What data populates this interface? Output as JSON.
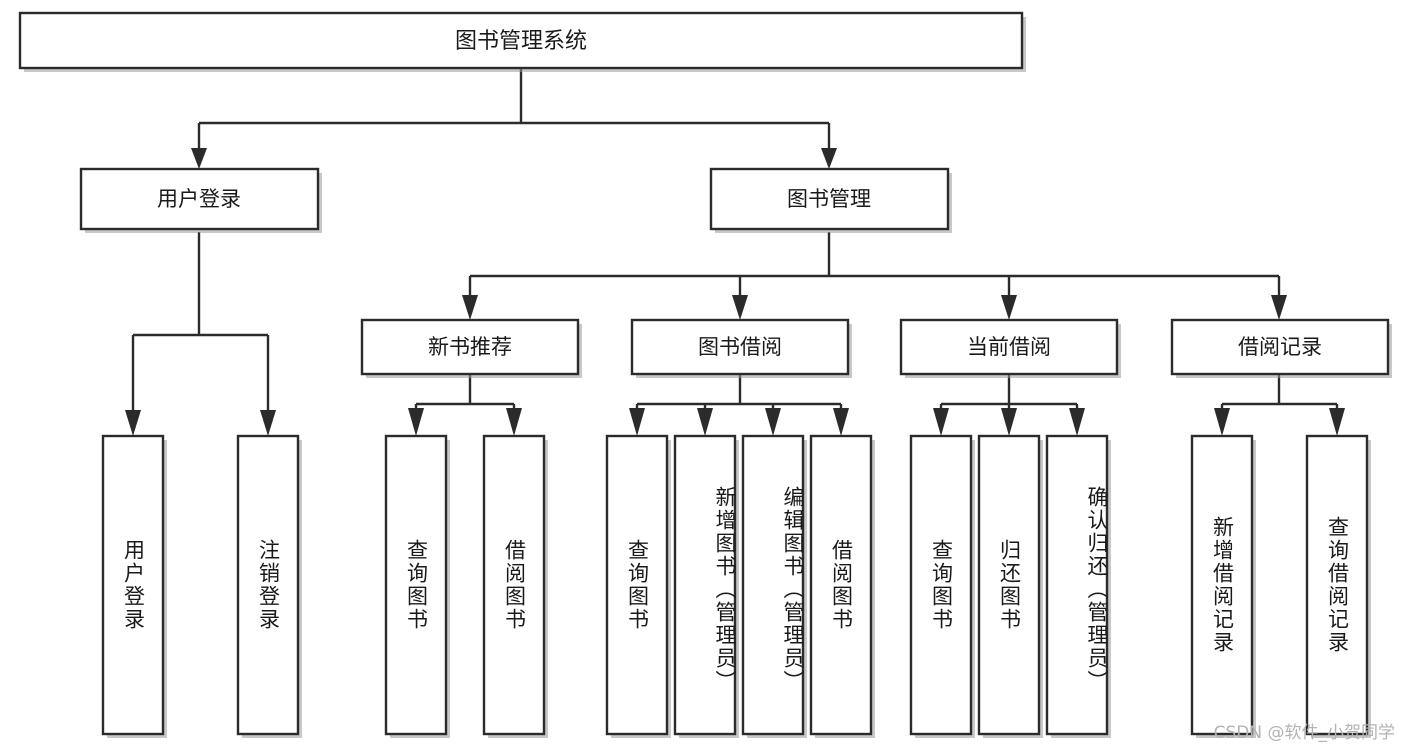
{
  "diagram": {
    "type": "tree-flowchart",
    "title": "图书管理系统",
    "colors": {
      "box_stroke": "#2b2b2b",
      "box_fill": "#ffffff",
      "line": "#2b2b2b",
      "text": "#1a1a1a",
      "watermark": "#b3b3b3"
    },
    "root": {
      "label": "图书管理系统"
    },
    "level2": [
      {
        "id": "user-login",
        "label": "用户登录"
      },
      {
        "id": "book-manage",
        "label": "图书管理"
      }
    ],
    "level3": [
      {
        "id": "new-book-recommend",
        "label": "新书推荐",
        "parent": "book-manage"
      },
      {
        "id": "book-borrow",
        "label": "图书借阅",
        "parent": "book-manage"
      },
      {
        "id": "current-borrow",
        "label": "当前借阅",
        "parent": "book-manage"
      },
      {
        "id": "borrow-record",
        "label": "借阅记录",
        "parent": "book-manage"
      }
    ],
    "leaves": [
      {
        "id": "leaf-user-login",
        "label": "用户登录",
        "parent": "user-login"
      },
      {
        "id": "leaf-logout-login",
        "label": "注销登录",
        "parent": "user-login"
      },
      {
        "id": "leaf-query-book-1",
        "label": "查询图书",
        "parent": "new-book-recommend"
      },
      {
        "id": "leaf-borrow-book-1",
        "label": "借阅图书",
        "parent": "new-book-recommend"
      },
      {
        "id": "leaf-query-book-2",
        "label": "查询图书",
        "parent": "book-borrow"
      },
      {
        "id": "leaf-add-book",
        "label": "新增图书（管理员）",
        "parent": "book-borrow"
      },
      {
        "id": "leaf-edit-book",
        "label": "编辑图书（管理员）",
        "parent": "book-borrow"
      },
      {
        "id": "leaf-borrow-book-2",
        "label": "借阅图书",
        "parent": "book-borrow"
      },
      {
        "id": "leaf-query-book-3",
        "label": "查询图书",
        "parent": "current-borrow"
      },
      {
        "id": "leaf-return-book",
        "label": "归还图书",
        "parent": "current-borrow"
      },
      {
        "id": "leaf-confirm-return",
        "label": "确认归还（管理员）",
        "parent": "current-borrow"
      },
      {
        "id": "leaf-add-record",
        "label": "新增借阅记录",
        "parent": "borrow-record"
      },
      {
        "id": "leaf-query-record",
        "label": "查询借阅记录",
        "parent": "borrow-record"
      }
    ]
  },
  "watermark": {
    "text": "CSDN @软件_小贺同学"
  }
}
